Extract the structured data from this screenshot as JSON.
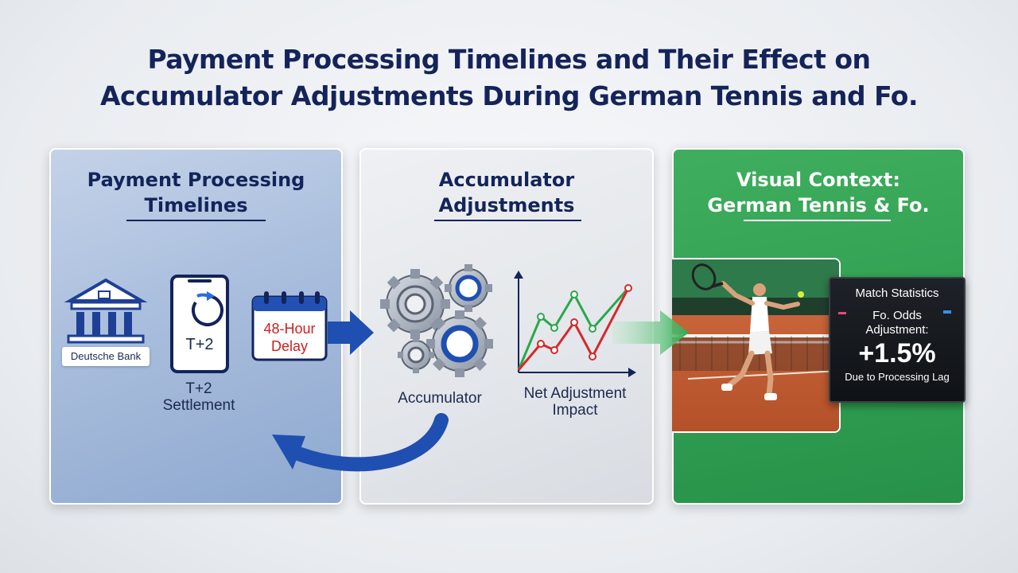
{
  "title": {
    "line1": "Payment Processing Timelines and Their Effect on",
    "line2": "Accumulator Adjustments During German Tennis and Fo."
  },
  "panels": {
    "payment": {
      "title_line1": "Payment Processing",
      "title_line2": "Timelines",
      "bank_label": "Deutsche Bank",
      "phone_text": "T+2",
      "calendar_line1": "48-Hour",
      "calendar_line2": "Delay",
      "settlement_line1": "T+2",
      "settlement_line2": "Settlement"
    },
    "accumulator": {
      "title_line1": "Accumulator",
      "title_line2": "Adjustments",
      "gears_label": "Accumulator",
      "chart_label_line1": "Net Adjustment",
      "chart_label_line2": "Impact"
    },
    "context": {
      "title_line1": "Visual Context:",
      "title_line2": "German Tennis & Fo.",
      "stats_header": "Match Statistics",
      "stats_line1": "Fo. Odds",
      "stats_line2": "Adjustment:",
      "stats_value": "+1.5%",
      "stats_footer": "Due to Processing Lag"
    }
  },
  "colors": {
    "title": "#14245a",
    "panel1": "#a9bedd",
    "panel2": "#e3e6ea",
    "panel3": "#2f9e50",
    "arrow_blue": "#1f4fb0",
    "arrow_green": "#2fae55",
    "delay_red": "#cc1f1f",
    "line_green": "#2aa84a",
    "line_red": "#d12b2b"
  },
  "icons": [
    "bank-icon",
    "phone-icon",
    "calendar-icon",
    "gears-icon",
    "line-chart-icon",
    "arrow-right-icon",
    "arrow-return-icon",
    "tennis-player-photo"
  ]
}
